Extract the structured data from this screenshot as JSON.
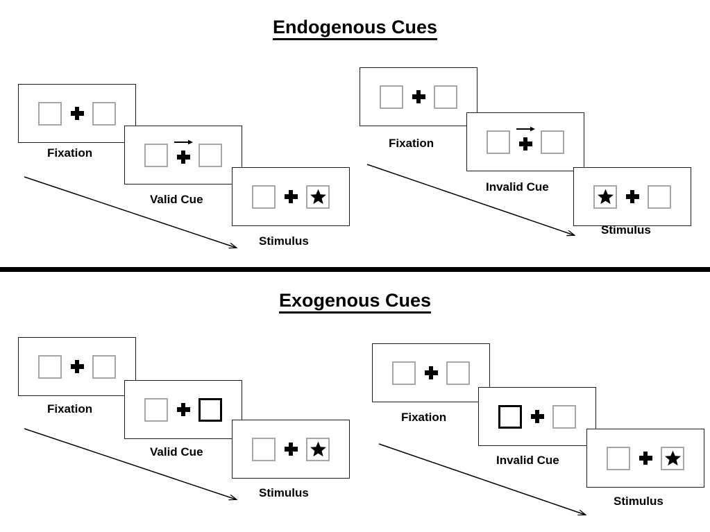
{
  "figure": {
    "type": "posner-cueing-paradigm-diagram",
    "background": "#ffffff",
    "ink_color": "#000000",
    "placeholder_box_color": "#a6a6a6",
    "cued_box_color": "#000000"
  },
  "sections": [
    {
      "id": "endogenous",
      "title": "Endogenous Cues",
      "sequences": [
        {
          "id": "endogenous-valid",
          "frames": [
            {
              "label": "Fixation",
              "left_box": "empty",
              "right_box": "empty",
              "center": "fixation-cross",
              "cue": "none"
            },
            {
              "label": "Valid Cue",
              "left_box": "empty",
              "right_box": "empty",
              "center": "fixation-cross",
              "cue": "arrow-right"
            },
            {
              "label": "Stimulus",
              "left_box": "empty",
              "right_box": "star",
              "center": "fixation-cross",
              "cue": "none"
            }
          ]
        },
        {
          "id": "endogenous-invalid",
          "frames": [
            {
              "label": "Fixation",
              "left_box": "empty",
              "right_box": "empty",
              "center": "fixation-cross",
              "cue": "none"
            },
            {
              "label": "Invalid Cue",
              "left_box": "empty",
              "right_box": "empty",
              "center": "fixation-cross",
              "cue": "arrow-right"
            },
            {
              "label": "Stimulus",
              "left_box": "star",
              "right_box": "empty",
              "center": "fixation-cross",
              "cue": "none"
            }
          ]
        }
      ]
    },
    {
      "id": "exogenous",
      "title": "Exogenous Cues",
      "sequences": [
        {
          "id": "exogenous-valid",
          "frames": [
            {
              "label": "Fixation",
              "left_box": "empty",
              "right_box": "empty",
              "center": "fixation-cross",
              "cue": "none"
            },
            {
              "label": "Valid Cue",
              "left_box": "empty",
              "right_box": "highlighted",
              "center": "fixation-cross",
              "cue": "box-flash-right"
            },
            {
              "label": "Stimulus",
              "left_box": "empty",
              "right_box": "star",
              "center": "fixation-cross",
              "cue": "none"
            }
          ]
        },
        {
          "id": "exogenous-invalid",
          "frames": [
            {
              "label": "Fixation",
              "left_box": "empty",
              "right_box": "empty",
              "center": "fixation-cross",
              "cue": "none"
            },
            {
              "label": "Invalid Cue",
              "left_box": "highlighted",
              "right_box": "empty",
              "center": "fixation-cross",
              "cue": "box-flash-left"
            },
            {
              "label": "Stimulus",
              "left_box": "empty",
              "right_box": "star",
              "center": "fixation-cross",
              "cue": "none"
            }
          ]
        }
      ]
    }
  ],
  "flow_arrows": [
    {
      "id": "endogenous-valid-time-arrow",
      "direction": "down-right",
      "meaning": "time"
    },
    {
      "id": "endogenous-invalid-time-arrow",
      "direction": "down-right",
      "meaning": "time"
    },
    {
      "id": "exogenous-valid-time-arrow",
      "direction": "down-right",
      "meaning": "time"
    },
    {
      "id": "exogenous-invalid-time-arrow",
      "direction": "down-right",
      "meaning": "time"
    }
  ]
}
